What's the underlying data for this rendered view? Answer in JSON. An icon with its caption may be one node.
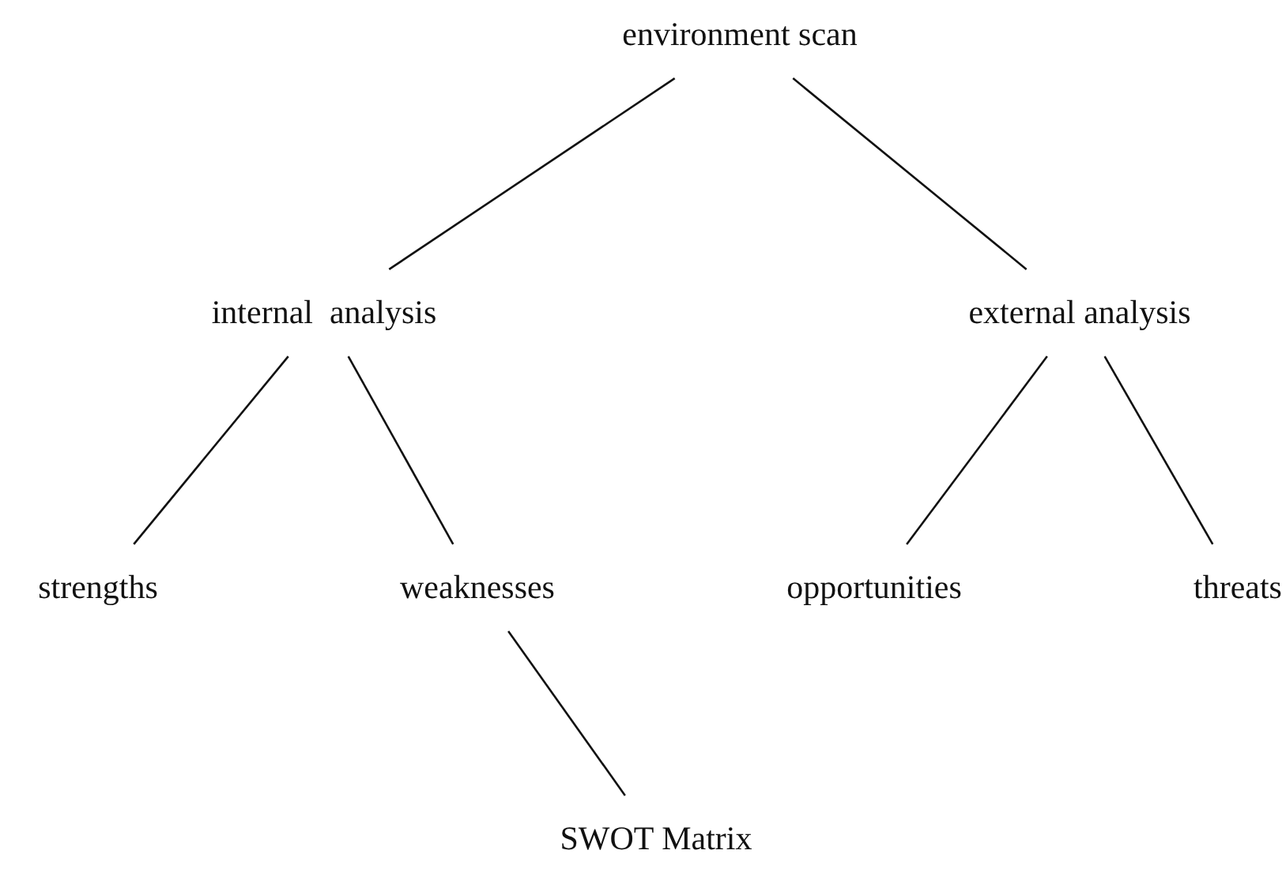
{
  "diagram": {
    "nodes": [
      {
        "text": [
          "environment scan"
        ]
      },
      {
        "text": [
          "internal  analysis"
        ]
      },
      {
        "text": [
          "external analysis"
        ]
      },
      {
        "text": [
          "strengths"
        ]
      },
      {
        "text": [
          "weaknesses"
        ]
      },
      {
        "text": [
          "opportunities"
        ]
      },
      {
        "text": [
          "threats"
        ]
      },
      {
        "text": [
          "SWOT Matrix"
        ]
      }
    ],
    "edges": [
      {
        "from": 0,
        "to": 1,
        "arrow": "none"
      },
      {
        "from": 0,
        "to": 2,
        "arrow": "none"
      },
      {
        "from": 1,
        "to": 3,
        "arrow": "none"
      },
      {
        "from": 1,
        "to": 4,
        "arrow": "none"
      },
      {
        "from": 2,
        "to": 5,
        "arrow": "none"
      },
      {
        "from": 2,
        "to": 6,
        "arrow": "none"
      },
      {
        "from": 4,
        "to": 7,
        "arrow": "none"
      }
    ]
  }
}
